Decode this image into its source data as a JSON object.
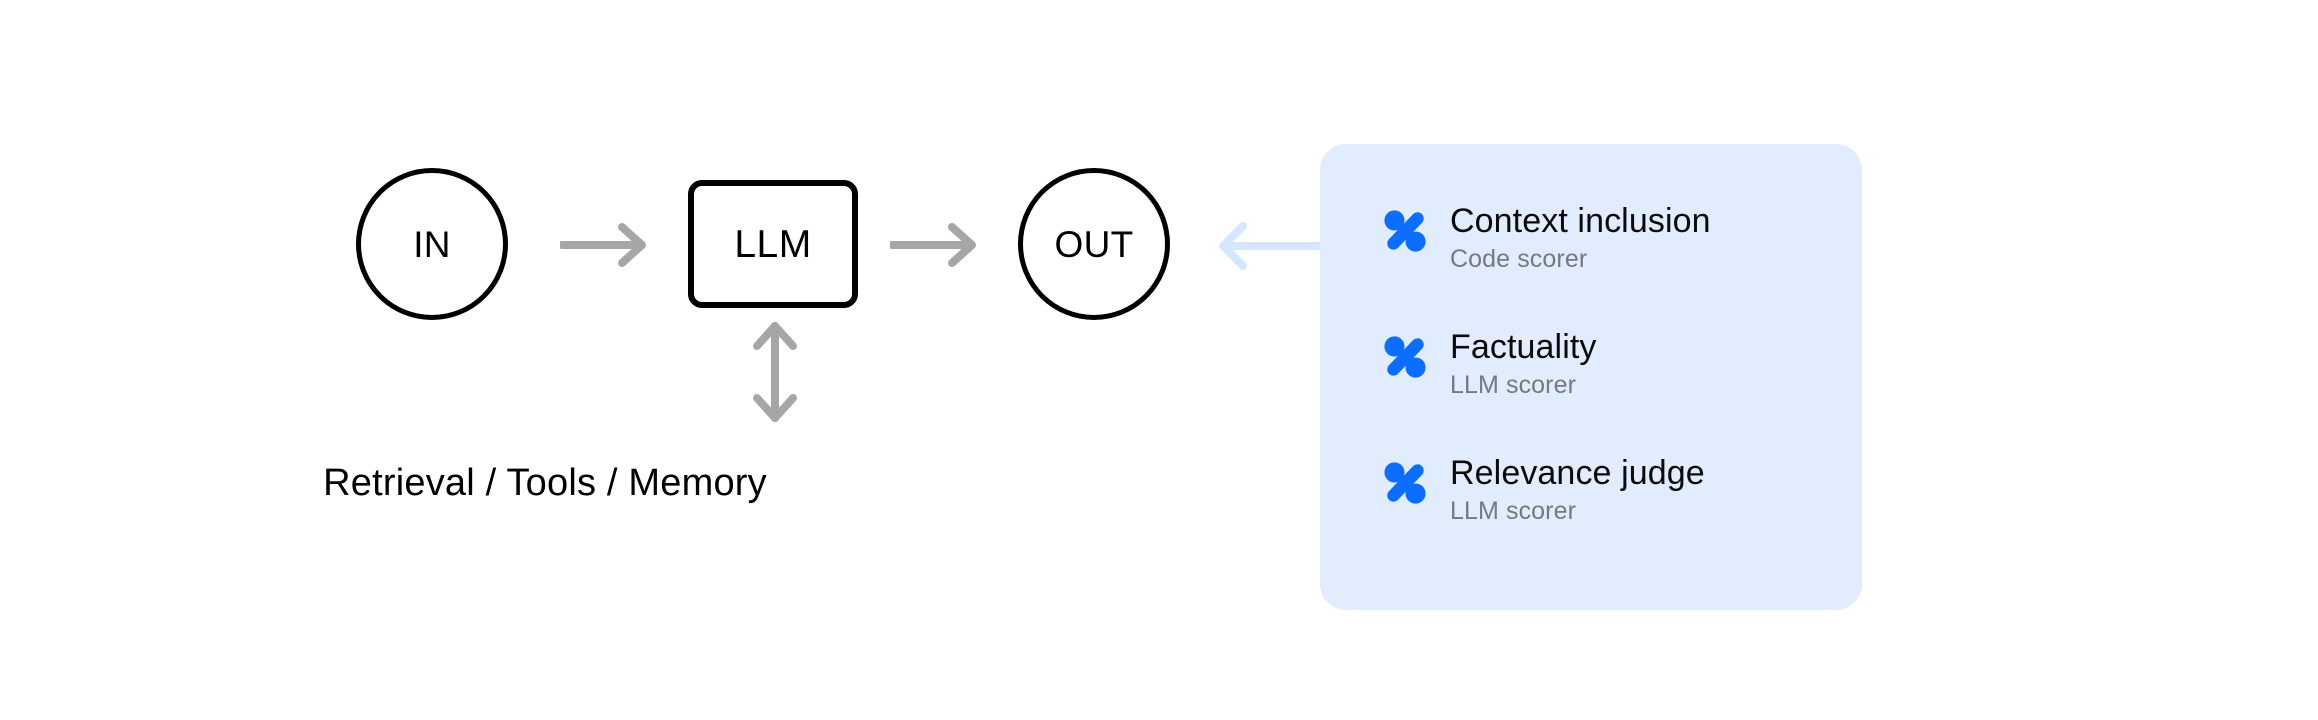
{
  "diagram": {
    "pipeline": {
      "input_node": {
        "label": "IN",
        "icon": "circle-node-icon"
      },
      "model_node": {
        "label": "LLM",
        "icon": "rounded-box-node-icon"
      },
      "output_node": {
        "label": "OUT",
        "icon": "circle-node-icon"
      },
      "arrows": {
        "in_to_llm": {
          "icon": "arrow-right-icon",
          "color": "#a6a6a6"
        },
        "llm_to_out": {
          "icon": "arrow-right-icon",
          "color": "#a6a6a6"
        },
        "llm_to_memory": {
          "icon": "arrow-up-down-icon",
          "color": "#a6a6a6"
        },
        "scorers_to_out": {
          "icon": "arrow-left-icon",
          "color": "#d6e6fd"
        }
      },
      "memory_caption": "Retrieval / Tools / Memory"
    },
    "scorer_panel": {
      "background_color": "#e1ecfd",
      "accent_color": "#0d6efd",
      "subtitle_color": "#77797d",
      "items": [
        {
          "icon": "percent-scorer-icon",
          "title": "Context inclusion",
          "subtitle": "Code scorer"
        },
        {
          "icon": "percent-scorer-icon",
          "title": "Factuality",
          "subtitle": "LLM scorer"
        },
        {
          "icon": "percent-scorer-icon",
          "title": "Relevance judge",
          "subtitle": "LLM scorer"
        }
      ]
    }
  }
}
